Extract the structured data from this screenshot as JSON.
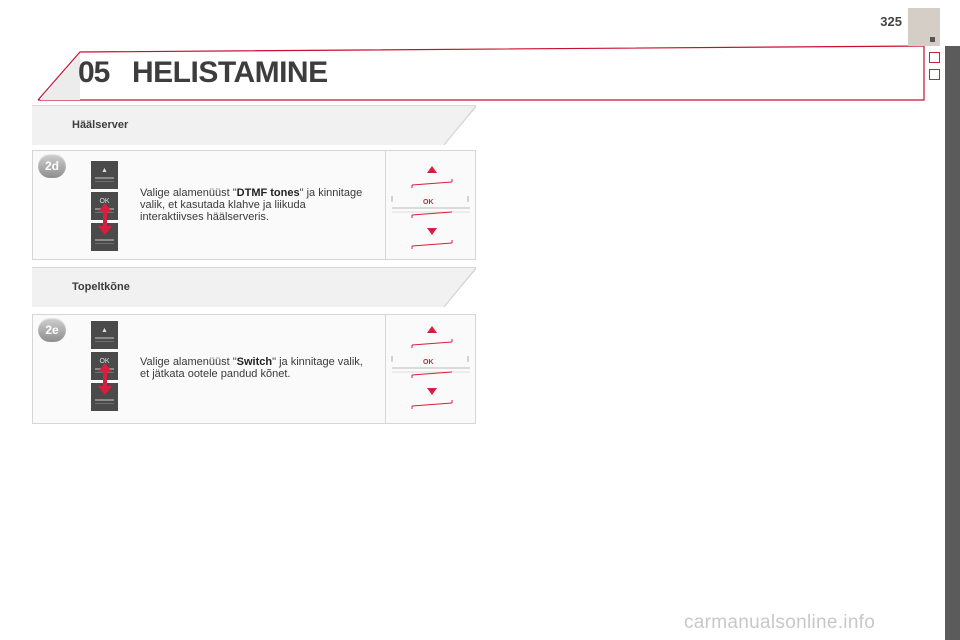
{
  "page": {
    "number": "325",
    "chapter_number": "05",
    "chapter_title": "HELISTAMINE",
    "accent_color": "#c8102e"
  },
  "sections": [
    {
      "title": "Häälserver",
      "step": {
        "badge": "2d",
        "text_before": "Valige alamenüüst \"",
        "bold": "DTMF tones",
        "text_after": "\" ja kinnitage valik, et kasutada klahve ja liikuda interaktiivses häälserveris."
      }
    },
    {
      "title": "Topeltkõne",
      "step": {
        "badge": "2e",
        "text_before": "Valige alamenüüst \"",
        "bold": "Switch",
        "text_after": "\" ja kinnitage valik, et jätkata ootele pandud kõnet."
      }
    }
  ],
  "keys": {
    "up": "▲",
    "ok": "OK",
    "down": "▼"
  },
  "watermark": "carmanualsonline.info"
}
